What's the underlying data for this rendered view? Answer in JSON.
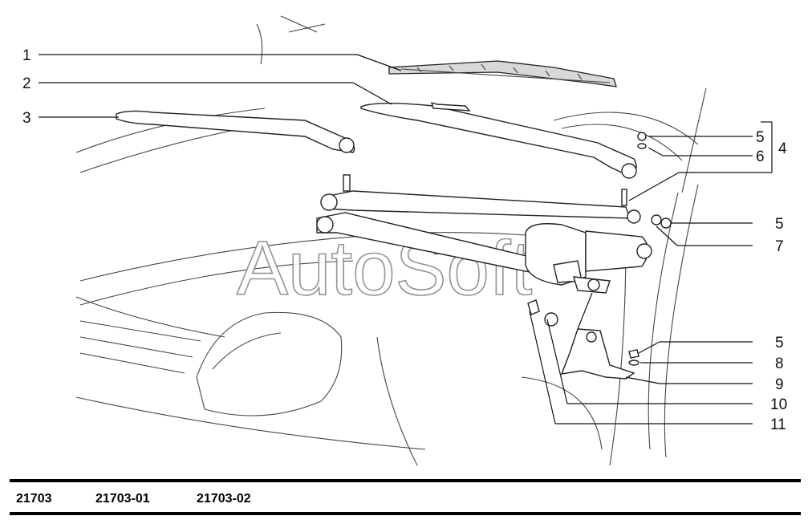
{
  "watermark": "AutoSoft",
  "callouts": [
    {
      "id": "1",
      "label": "1"
    },
    {
      "id": "2",
      "label": "2"
    },
    {
      "id": "3",
      "label": "3"
    },
    {
      "id": "4",
      "label": "4"
    },
    {
      "id": "5a",
      "label": "5"
    },
    {
      "id": "6",
      "label": "6"
    },
    {
      "id": "5b",
      "label": "5"
    },
    {
      "id": "7",
      "label": "7"
    },
    {
      "id": "5c",
      "label": "5"
    },
    {
      "id": "8",
      "label": "8"
    },
    {
      "id": "9",
      "label": "9"
    },
    {
      "id": "10",
      "label": "10"
    },
    {
      "id": "11",
      "label": "11"
    }
  ],
  "footer": {
    "variants": [
      "21703",
      "21703-01",
      "21703-02"
    ]
  }
}
